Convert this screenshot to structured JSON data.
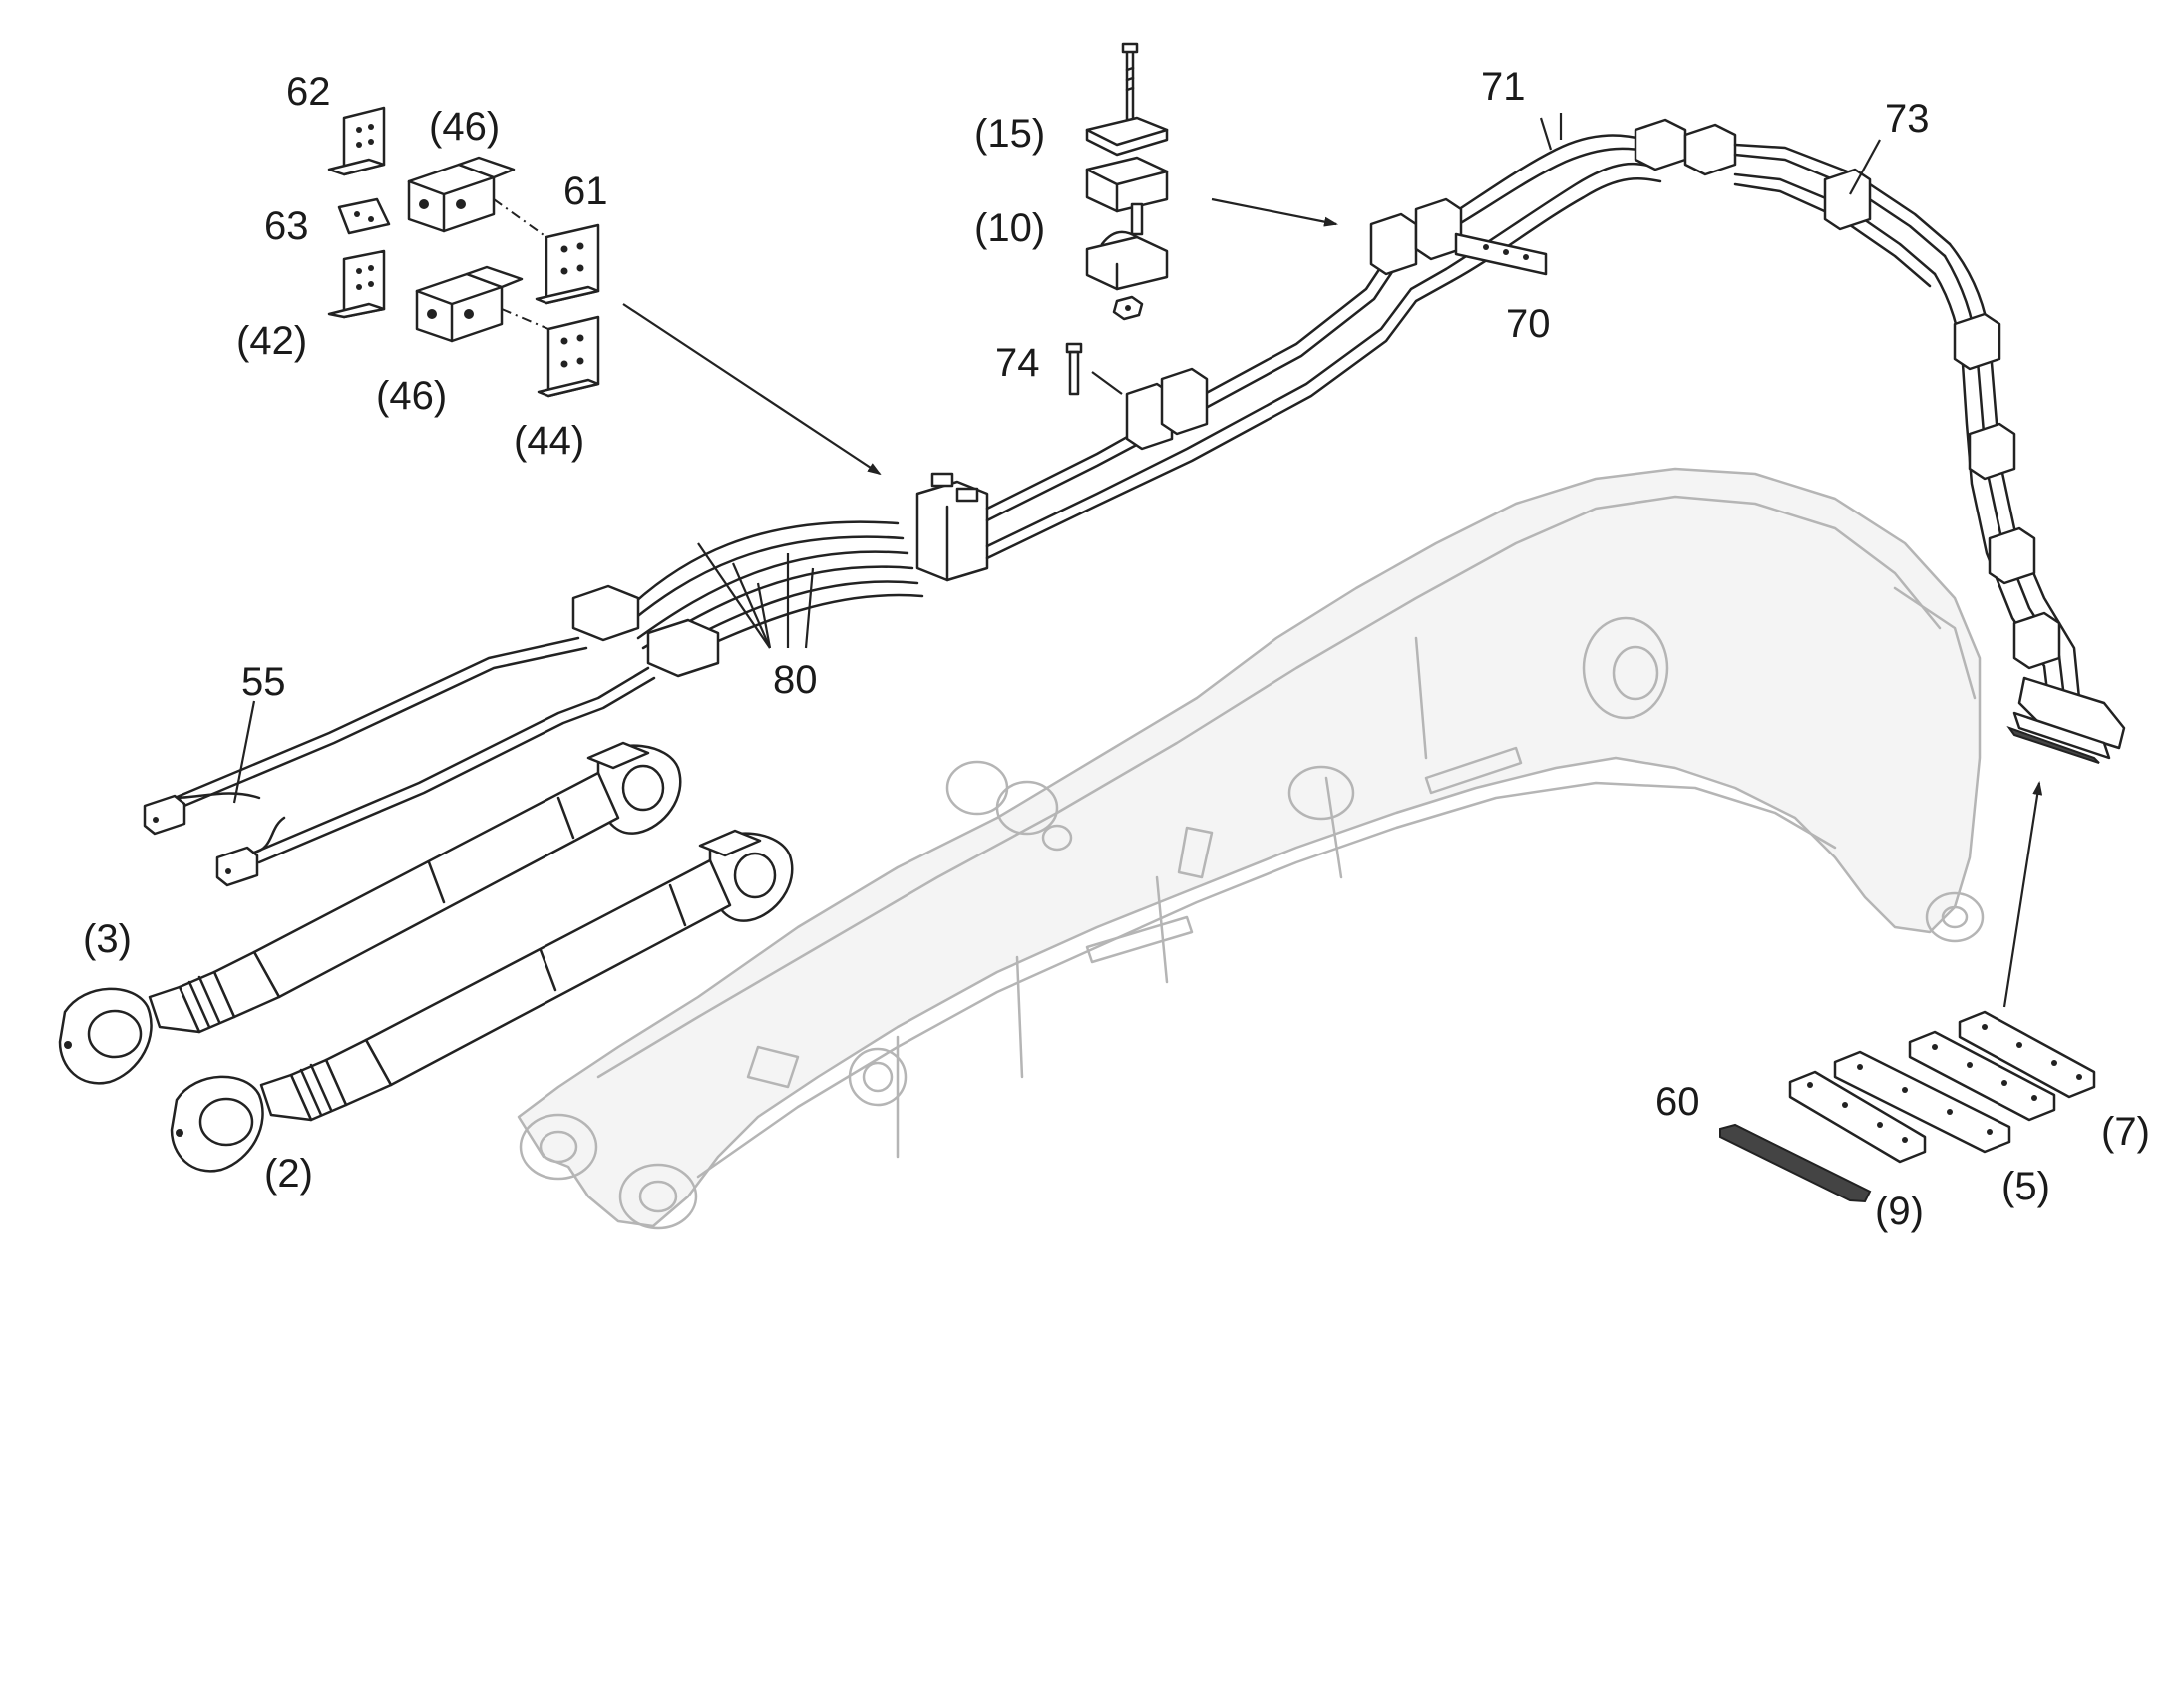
{
  "diagram": {
    "type": "exploded parts diagram",
    "subject": "excavator boom with hydraulic piping and cylinders",
    "callouts": [
      {
        "id": "c62",
        "label": "62"
      },
      {
        "id": "c46a",
        "label": "(46)"
      },
      {
        "id": "c61",
        "label": "61"
      },
      {
        "id": "c63",
        "label": "63"
      },
      {
        "id": "c42",
        "label": "(42)"
      },
      {
        "id": "c46b",
        "label": "(46)"
      },
      {
        "id": "c44",
        "label": "(44)"
      },
      {
        "id": "c15",
        "label": "(15)"
      },
      {
        "id": "c10",
        "label": "(10)"
      },
      {
        "id": "c74",
        "label": "74"
      },
      {
        "id": "c71",
        "label": "71"
      },
      {
        "id": "c70",
        "label": "70"
      },
      {
        "id": "c73",
        "label": "73"
      },
      {
        "id": "c80",
        "label": "80"
      },
      {
        "id": "c55",
        "label": "55"
      },
      {
        "id": "c3",
        "label": "(3)"
      },
      {
        "id": "c2",
        "label": "(2)"
      },
      {
        "id": "c60",
        "label": "60"
      },
      {
        "id": "c9",
        "label": "(9)"
      },
      {
        "id": "c5",
        "label": "(5)"
      },
      {
        "id": "c7",
        "label": "(7)"
      }
    ]
  }
}
